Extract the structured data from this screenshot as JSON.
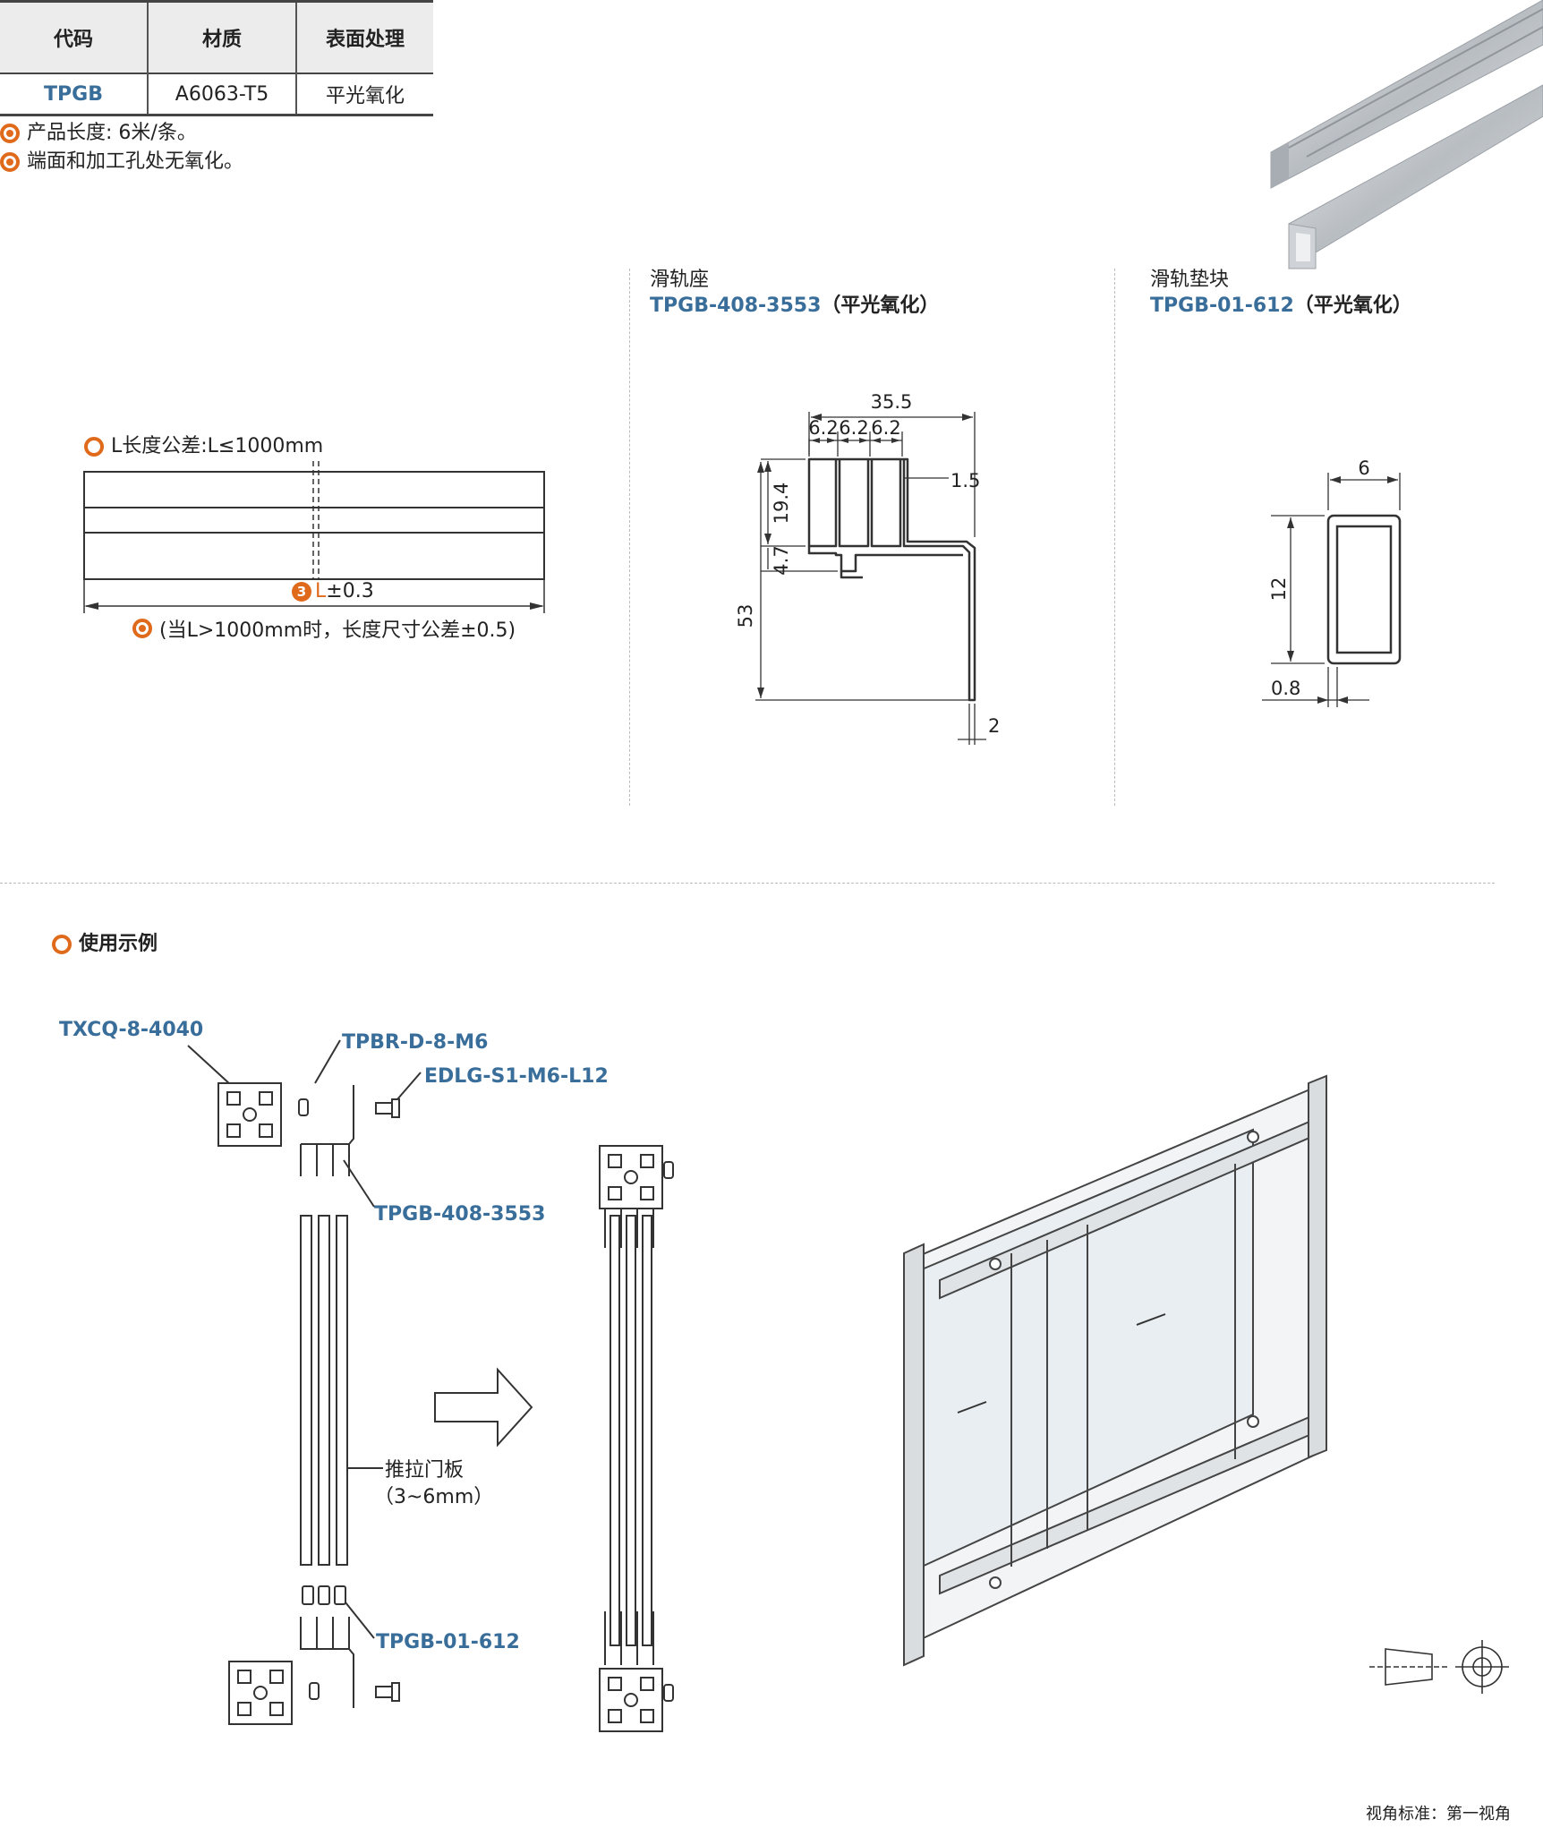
{
  "spec_table": {
    "headers": [
      "代码",
      "材质",
      "表面处理"
    ],
    "row": [
      "TPGB",
      "A6063-T5",
      "平光氧化"
    ]
  },
  "notes": [
    "产品长度: 6米/条。",
    "端面和加工孔处无氧化。"
  ],
  "length_tolerance": {
    "title": "L长度公差:L≤1000mm",
    "badge": "3",
    "dim_label": "L",
    "dim_value": "±0.3",
    "note": "(当L>1000mm时，长度尺寸公差±0.5)"
  },
  "rail_seat": {
    "name": "滑轨座",
    "code": "TPGB-408-3553",
    "finish": "（平光氧化）",
    "dims": {
      "width": "35.5",
      "slot1": "6.2",
      "slot2": "6.2",
      "slot3": "6.2",
      "wall": "1.5",
      "depth": "19.4",
      "step": "4.7",
      "height": "53",
      "thick": "2"
    }
  },
  "rail_pad": {
    "name": "滑轨垫块",
    "code": "TPGB-01-612",
    "finish": "（平光氧化）",
    "dims": {
      "width": "6",
      "height": "12",
      "thick": "0.8"
    }
  },
  "usage": {
    "title": "使用示例",
    "parts": {
      "profile": "TXCQ-8-4040",
      "nut": "TPBR-D-8-M6",
      "screw": "EDLG-S1-M6-L12",
      "seat": "TPGB-408-3553",
      "pad": "TPGB-01-612"
    },
    "panel_label": "推拉门板",
    "panel_range": "（3~6mm）"
  },
  "view_standard": "视角标准：第一视角",
  "colors": {
    "accent": "#e06a1b",
    "code_blue": "#3a6e9a",
    "rail": "#c9cdd1"
  }
}
